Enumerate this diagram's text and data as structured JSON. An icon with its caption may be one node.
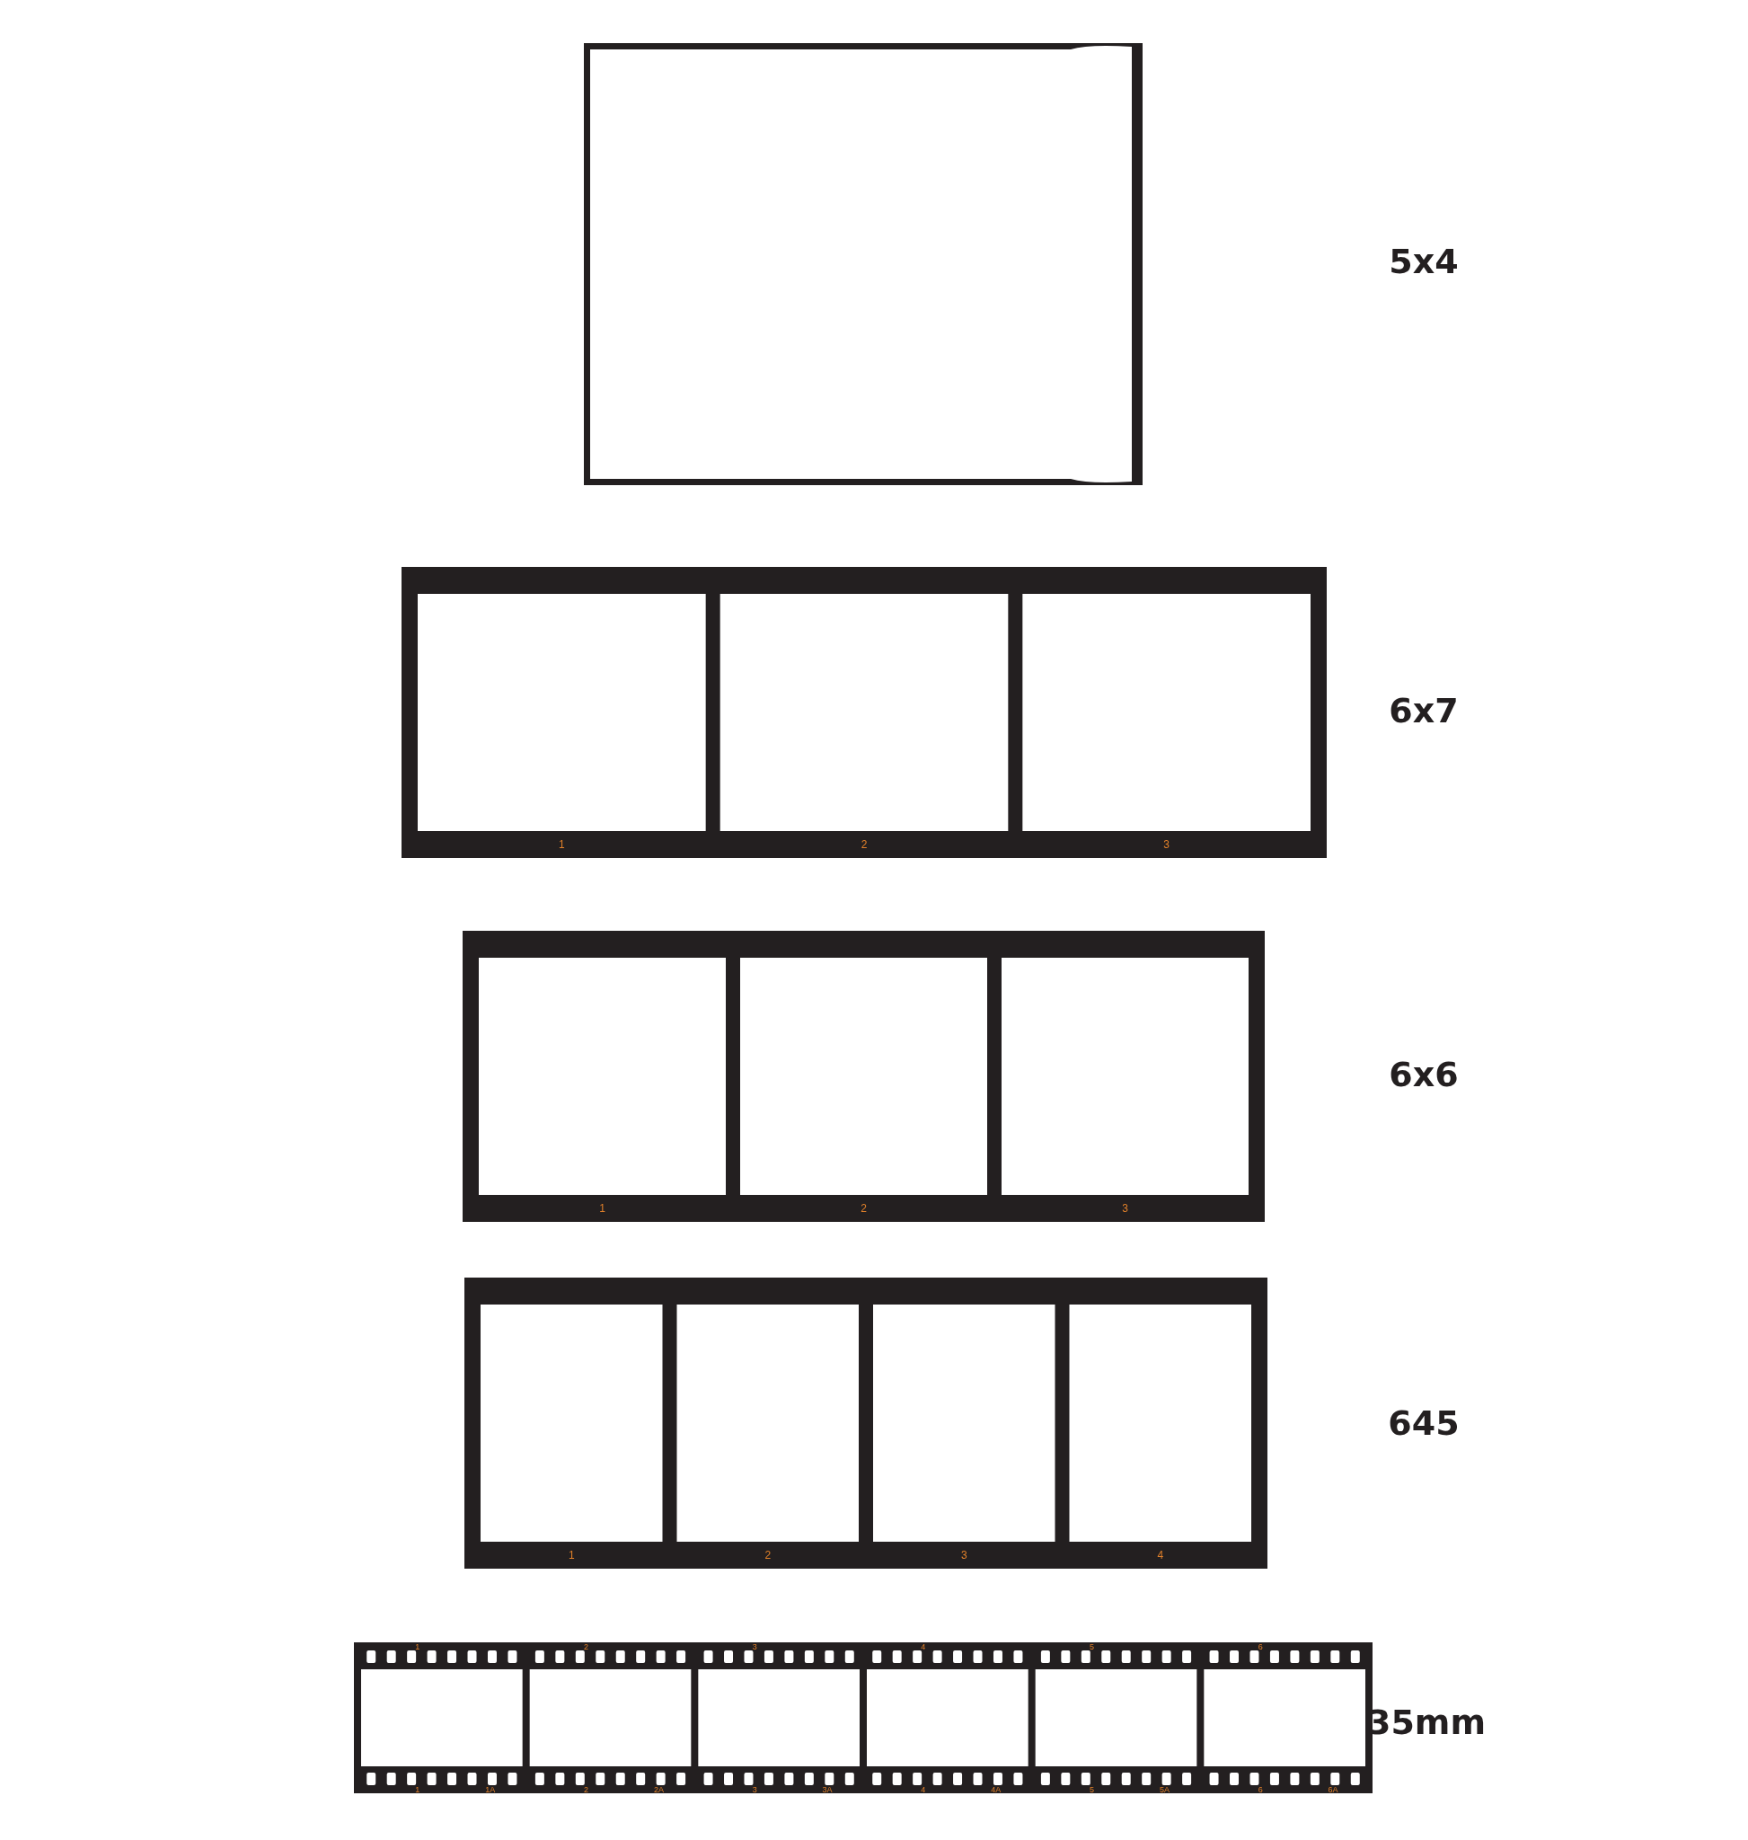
{
  "diagram": {
    "labels": [
      "5x4",
      "1",
      "2",
      "3",
      "6x7",
      "1",
      "2",
      "3",
      "6x6",
      "1",
      "2",
      "3",
      "4",
      "645",
      "1",
      "2",
      "3",
      "4",
      "5",
      "6",
      "35mm",
      "1",
      "1A",
      "2",
      "2A",
      "3",
      "3A",
      "4",
      "4A",
      "5",
      "5A",
      "6",
      "6A"
    ]
  }
}
